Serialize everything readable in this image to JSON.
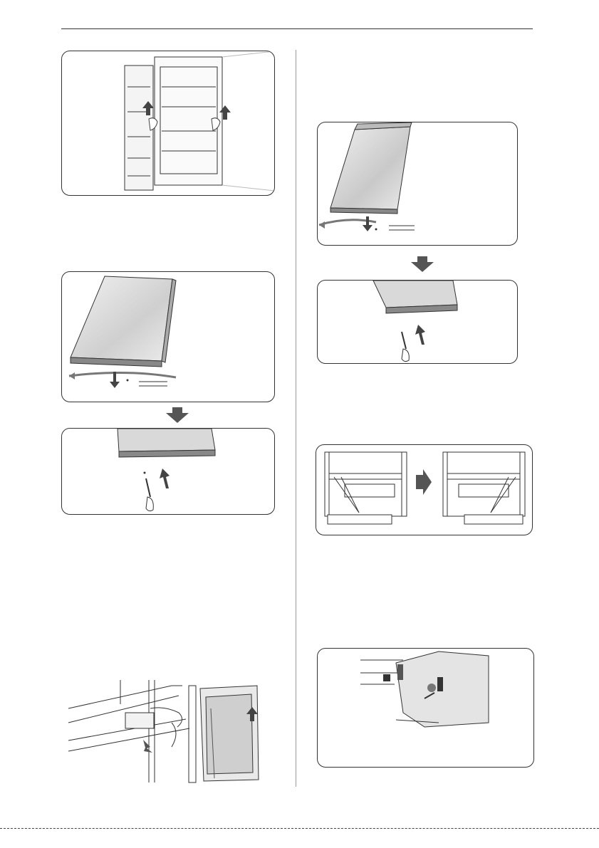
{
  "page": {
    "steps": [
      {
        "figure": "door-lift-off-figure",
        "icon": "up-arrow-icon"
      },
      {
        "figure": "door-bottom-screw-figure",
        "icon": "screwdriver-icon"
      },
      {
        "figure": "door-top-screw-figure",
        "icon": "screwdriver-icon"
      },
      {
        "figure": "hinge-swap-figure",
        "icon": "right-arrow-icon"
      },
      {
        "figure": "hinge-removal-figure",
        "icon": "pliers-icon"
      },
      {
        "figure": "hinge-parts-figure",
        "icon": "parts-icon"
      }
    ],
    "colors": {
      "line": "#333333",
      "arrow": "#555555",
      "panel_border": "#333333"
    }
  }
}
